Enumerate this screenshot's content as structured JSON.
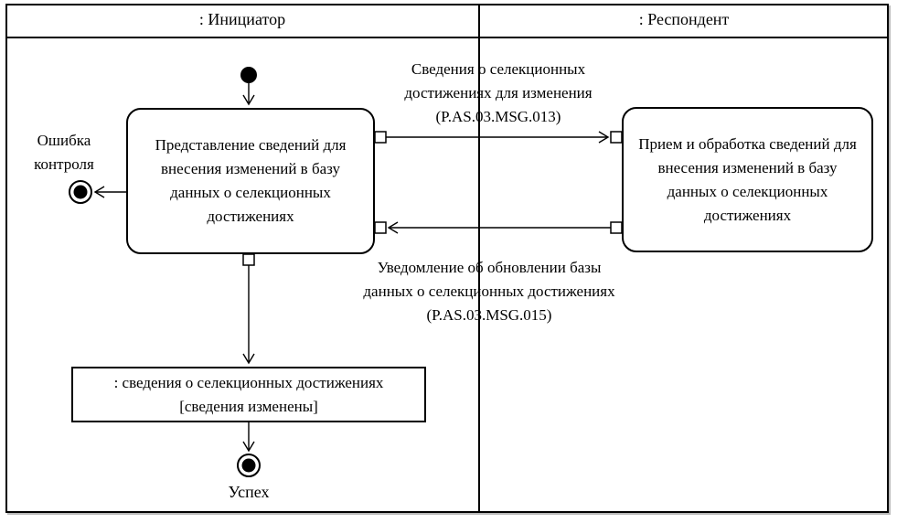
{
  "diagram": {
    "type": "uml-activity-swimlane",
    "colors": {
      "line": "#000000",
      "background": "#ffffff"
    },
    "lanes": {
      "initiator": ": Инициатор",
      "respondent": ": Респондент"
    },
    "nodes": {
      "initiator_activity": "Представление сведений для внесения изменений в базу данных о селекционных достижениях",
      "respondent_activity": "Прием и обработка сведений для внесения изменений в базу данных о селекционных достижениях",
      "object_line1": ": сведения о селекционных достижениях",
      "object_line2": "[сведения изменены]",
      "error_line1": "Ошибка",
      "error_line2": "контроля",
      "success_label": "Успех"
    },
    "messages": {
      "msg013_line1": "Сведения о селекционных",
      "msg013_line2": "достижениях для изменения",
      "msg013_line3": "(P.AS.03.MSG.013)",
      "msg015_line1": "Уведомление об обновлении базы",
      "msg015_line2": "данных о селекционных достижениях",
      "msg015_line3": "(P.AS.03.MSG.015)"
    }
  }
}
